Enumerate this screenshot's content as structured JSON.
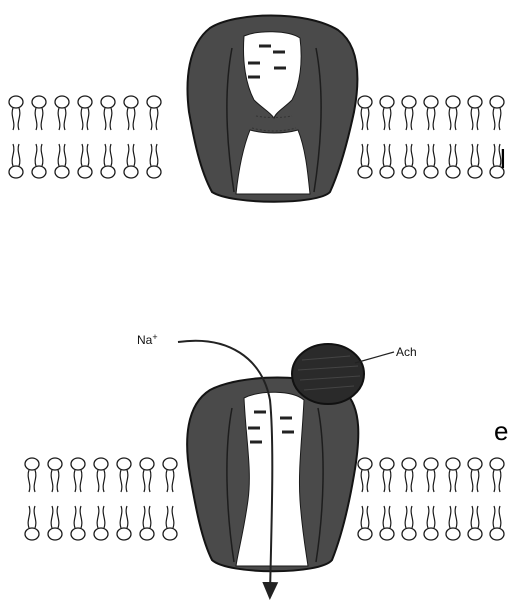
{
  "labels": {
    "ion": "Na",
    "ion_charge": "+",
    "ligand": "Ach",
    "edge_top": "l",
    "edge_bottom": "e"
  },
  "colors": {
    "protein": "#4a4a4a",
    "protein_outline": "#141414",
    "ligand": "#2a2a2a",
    "lipid": "#1a1a1a",
    "background": "#ffffff"
  }
}
